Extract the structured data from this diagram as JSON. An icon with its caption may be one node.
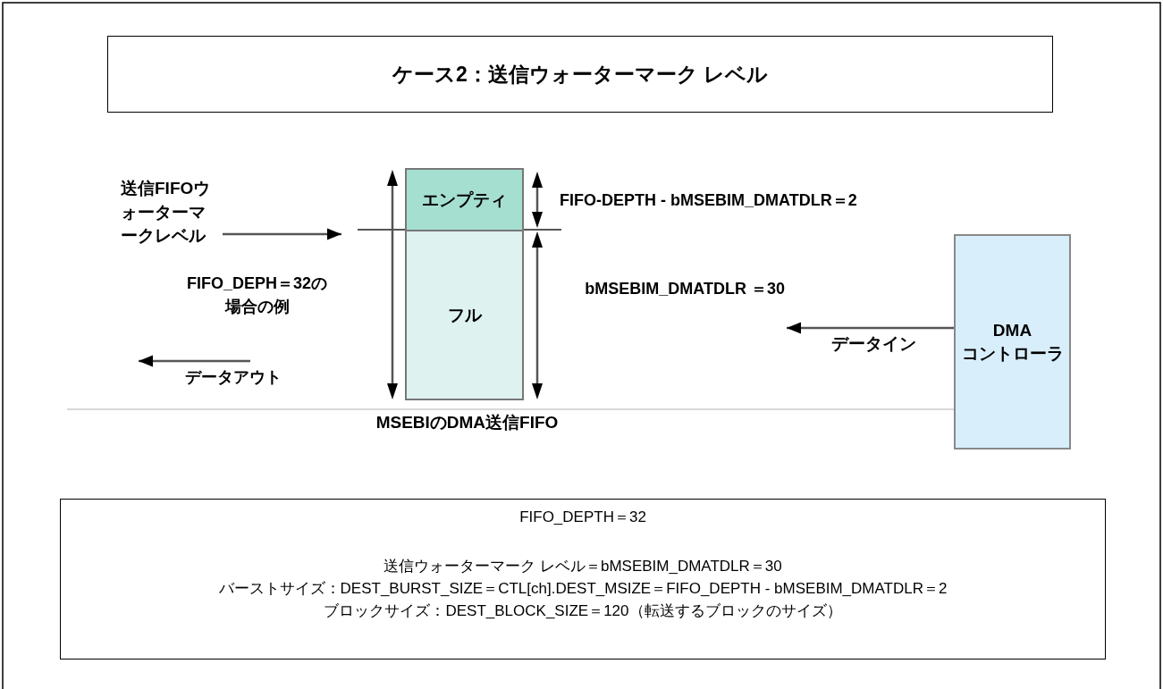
{
  "diagram": {
    "title": "ケース2：送信ウォーターマーク レベル",
    "nodes": [
      {
        "text": [
          "MSEBIのDMA送信FIFO"
        ]
      },
      {
        "text": [
          "エンプティ"
        ],
        "in": 0
      },
      {
        "text": [
          "フル"
        ],
        "in": 0
      },
      {
        "text": [
          "DMA コントローラ"
        ]
      },
      {
        "text": [
          "送信FIFOウォーターマークレベル"
        ]
      },
      {
        "text": [
          "FIFO_DEPTH＝32",
          "送信ウォーターマーク レベル＝bMSEBIM_DMATDLR＝30",
          "バーストサイズ：DEST_BURST_SIZE＝CTL[ch].DEST_MSIZE＝FIFO_DEPTH - bMSEBIM_DMATDLR＝2",
          "ブロックサイズ：DEST_BLOCK_SIZE＝120（転送するブロックのサイズ）"
        ]
      }
    ],
    "edges": [
      {
        "from": 3,
        "to": null,
        "arrow": "to",
        "label": "データイン"
      },
      {
        "from": 4,
        "to": null,
        "arrow": "to"
      }
    ],
    "labels": [
      "FIFO_DEPH＝32の場合の例",
      "FIFO-DEPTH - bMSEBIM_DMATDLR＝2",
      "bMSEBIM_DMATDLR ＝30",
      "データアウト"
    ]
  }
}
